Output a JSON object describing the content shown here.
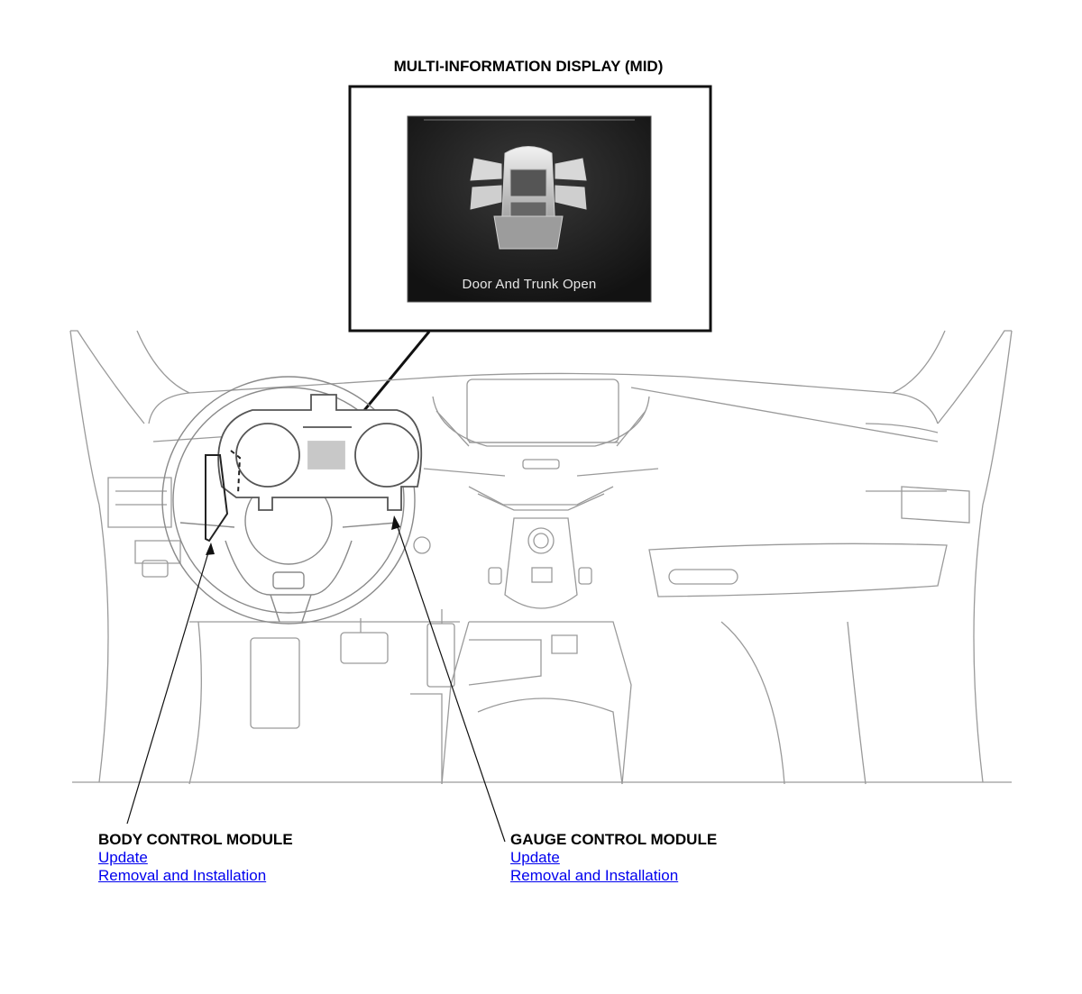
{
  "mid": {
    "title": "MULTI-INFORMATION DISPLAY (MID)",
    "screen_message": "Door And Trunk Open"
  },
  "body_control_module": {
    "heading": "BODY CONTROL MODULE",
    "links": [
      "Update",
      "Removal and Installation"
    ]
  },
  "gauge_control_module": {
    "heading": "GAUGE CONTROL MODULE",
    "links": [
      "Update",
      "Removal and Installation"
    ]
  },
  "colors": {
    "link": "#0000ee",
    "screen_bg": "#1f1f1f",
    "line": "#9a9a9a"
  }
}
